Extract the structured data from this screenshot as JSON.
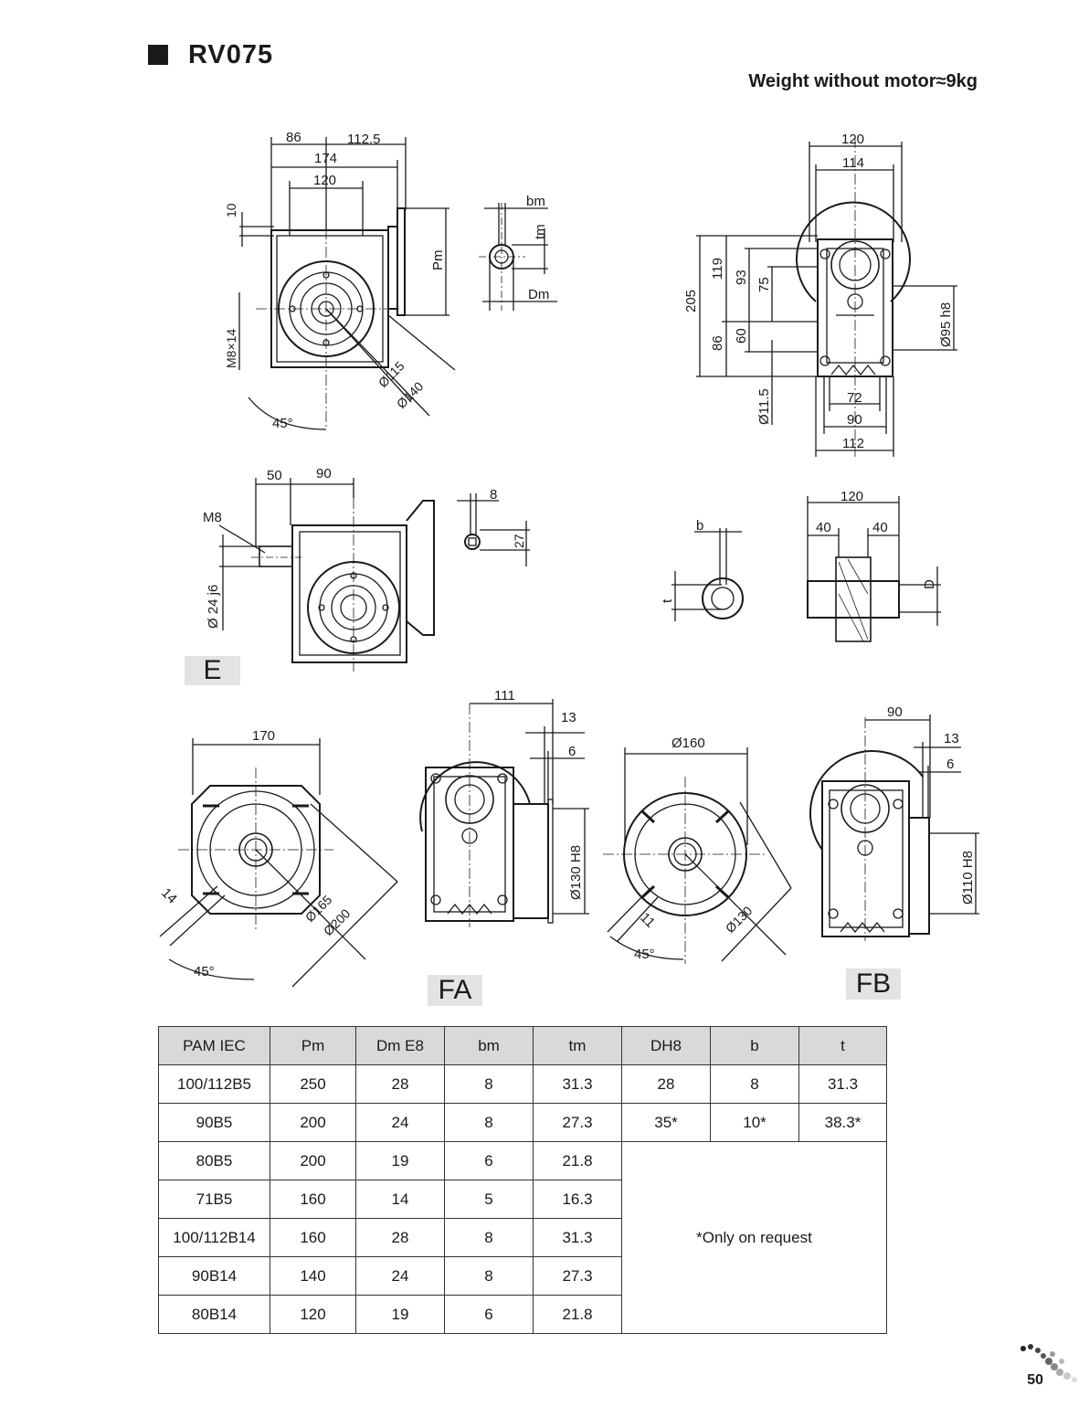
{
  "header": {
    "title": "RV075",
    "weight": "Weight without motor≈9kg"
  },
  "views": {
    "front": {
      "dims": [
        "86",
        "112.5",
        "174",
        "120",
        "10",
        "M8×14",
        "Pm",
        "45°",
        "Ø115",
        "Ø140"
      ],
      "shaft": [
        "bm",
        "tm",
        "Dm"
      ]
    },
    "side": {
      "dims": [
        "120",
        "114",
        "205",
        "119",
        "93",
        "75",
        "86",
        "60",
        "Ø11.5",
        "72",
        "90",
        "112",
        "Ø95 h8"
      ]
    },
    "e_view": {
      "dims": [
        "50",
        "90",
        "M8",
        "Ø 24 j6",
        "8",
        "27"
      ],
      "label": "E"
    },
    "hollow": {
      "dims": [
        "b",
        "t",
        "120",
        "40",
        "40",
        "D"
      ]
    },
    "flange_left": {
      "dims": [
        "170",
        "14",
        "Ø165",
        "Ø200",
        "45°"
      ]
    },
    "fa": {
      "dims": [
        "111",
        "13",
        "6",
        "Ø130 H8"
      ],
      "label": "FA"
    },
    "flange_right": {
      "dims": [
        "Ø160",
        "11",
        "45°",
        "Ø130"
      ]
    },
    "fb": {
      "dims": [
        "90",
        "13",
        "6",
        "Ø110 H8"
      ],
      "label": "FB"
    }
  },
  "table": {
    "headers": [
      "PAM IEC",
      "Pm",
      "Dm E8",
      "bm",
      "tm",
      "DH8",
      "b",
      "t"
    ],
    "rows": [
      [
        "100/112B5",
        "250",
        "28",
        "8",
        "31.3",
        "28",
        "8",
        "31.3"
      ],
      [
        "90B5",
        "200",
        "24",
        "8",
        "27.3",
        "35*",
        "10*",
        "38.3*"
      ],
      [
        "80B5",
        "200",
        "19",
        "6",
        "21.8"
      ],
      [
        "71B5",
        "160",
        "14",
        "5",
        "16.3"
      ],
      [
        "100/112B14",
        "160",
        "28",
        "8",
        "31.3"
      ],
      [
        "90B14",
        "140",
        "24",
        "8",
        "27.3"
      ],
      [
        "80B14",
        "120",
        "19",
        "6",
        "21.8"
      ]
    ],
    "note": "*Only on request"
  },
  "footer": {
    "page": "50"
  }
}
